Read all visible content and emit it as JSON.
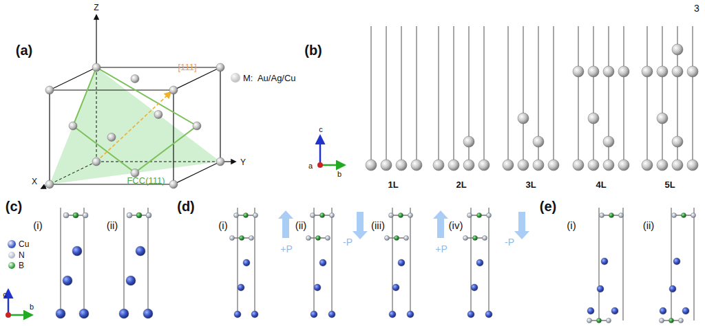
{
  "diagram": {
    "labels": [
      "3",
      "(a)",
      "Z",
      "Y",
      "X",
      "[111]",
      "FCC(111)",
      "(b)",
      "c",
      "a",
      "b",
      "1L",
      "2L",
      "3L",
      "4L",
      "5L",
      "(c)",
      "(i)",
      "(ii)",
      "c",
      "b",
      "(d)",
      "(i)",
      "+P",
      "(ii)",
      "-P",
      "(iii)",
      "+P",
      "(iv)",
      "-P",
      "(e)",
      "(i)",
      "(ii)"
    ],
    "legend": [
      {
        "text": "M:  Au/Ag/Cu",
        "color": "#c4c4c4"
      },
      {
        "text": "Cu",
        "color": "#3a56c8"
      },
      {
        "text": "N",
        "color": "#b4bccc"
      },
      {
        "text": "B",
        "color": "#2e9e3a"
      }
    ]
  }
}
